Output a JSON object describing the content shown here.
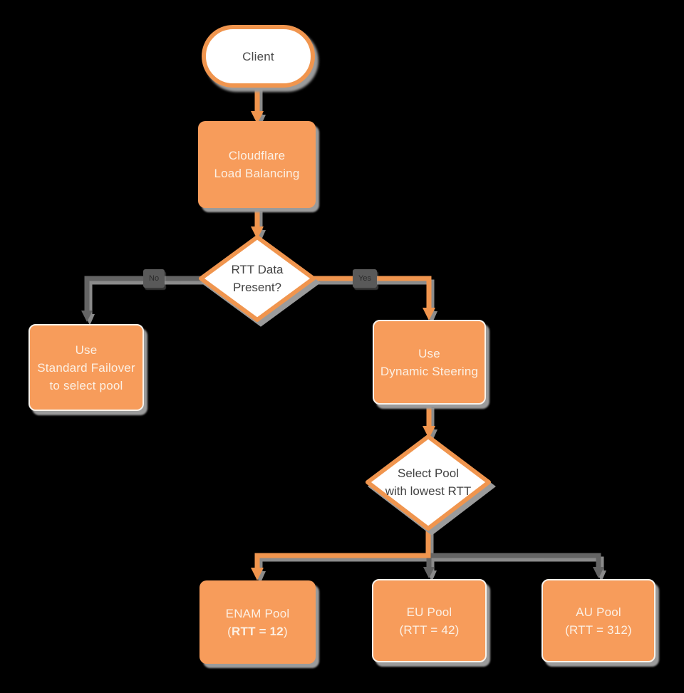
{
  "diagram": {
    "title": "Cloudflare Load Balancing flowchart",
    "colors": {
      "background": "#000000",
      "node_fill_orange": "#F79C5B",
      "shape_stroke_orange": "#F0954E",
      "edge_gray": "#646464",
      "shadow_gray": "#9B9B9B",
      "edge_label_bg": "#595959",
      "text_light": "#FCF0E4",
      "text_dark": "#434343"
    },
    "nodes": {
      "client": {
        "label": "Client"
      },
      "load_balancer": {
        "line1": "Cloudflare",
        "line2": "Load Balancing"
      },
      "rtt_decision": {
        "line1": "RTT Data",
        "line2": "Present?"
      },
      "standard_failover": {
        "line1": "Use",
        "line2": "Standard Failover",
        "line3": "to select pool"
      },
      "dynamic_steering": {
        "line1": "Use",
        "line2": "Dynamic Steering"
      },
      "pool_decision": {
        "line1": "Select Pool",
        "line2": "with lowest RTT"
      },
      "enam_pool": {
        "line1": "ENAM Pool",
        "line2_open": "(",
        "line2_bold": "RTT = 12",
        "line2_close": ")"
      },
      "eu_pool": {
        "line1": "EU Pool",
        "line2": "(RTT = 42)"
      },
      "au_pool": {
        "line1": "AU Pool",
        "line2": "(RTT = 312)"
      }
    },
    "edge_labels": {
      "no": "No",
      "yes": "Yes"
    }
  }
}
